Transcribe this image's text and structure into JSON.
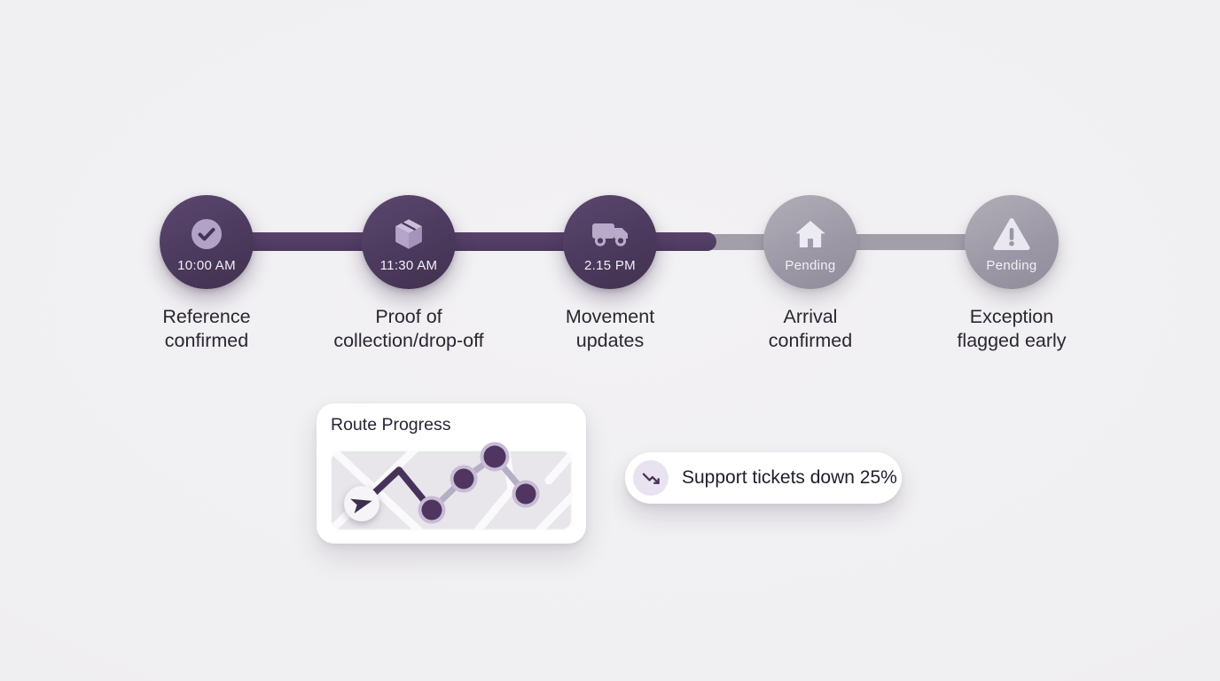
{
  "colors": {
    "background": "#f0eff1",
    "completed_circle": "#4b3a5d",
    "connector_purple": "#523d62",
    "pending_gray": "#9c97a5",
    "icon_light_purple": "#b9aac9",
    "icon_light_gray": "#e9e7ef",
    "route_line_dark": "#473359",
    "route_line_light": "#b7aec6",
    "dot_halo": "#c6bcd4",
    "dot_fill": "#4f3560",
    "card_bg": "#ffffff",
    "pill_icon_bg": "#e9e3f1",
    "label_text": "#2a2632"
  },
  "timeline": {
    "steps": [
      {
        "status": "completed",
        "badge": "10:00 AM",
        "icon": "check-circle-icon",
        "lines": [
          "Reference",
          "confirmed"
        ]
      },
      {
        "status": "completed",
        "badge": "11:30 AM",
        "icon": "package-icon",
        "lines": [
          "Proof of",
          "collection/drop-off"
        ]
      },
      {
        "status": "completed",
        "badge": "2.15 PM",
        "icon": "truck-icon",
        "lines": [
          "Movement",
          "updates"
        ]
      },
      {
        "status": "pending",
        "badge": "Pending",
        "icon": "home-icon",
        "lines": [
          "Arrival",
          "confirmed"
        ]
      },
      {
        "status": "pending",
        "badge": "Pending",
        "icon": "warning-icon",
        "lines": [
          "Exception",
          "flagged early"
        ]
      }
    ]
  },
  "route_card": {
    "title": "Route Progress",
    "waypoint_count": 4
  },
  "support_pill": {
    "icon": "trending-down-icon",
    "text": "Support tickets down 25%"
  }
}
